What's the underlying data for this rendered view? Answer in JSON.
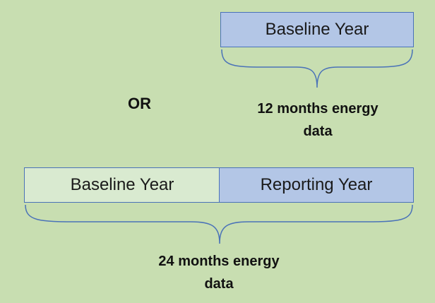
{
  "option_a": {
    "baseline_label": "Baseline Year",
    "caption_line1": "12 months energy",
    "caption_line2": "data"
  },
  "separator": "OR",
  "option_b": {
    "baseline_label": "Baseline Year",
    "reporting_label": "Reporting Year",
    "caption_line1": "24 months energy",
    "caption_line2": "data"
  },
  "colors": {
    "background": "#c8deb1",
    "box_border": "#4a72b8",
    "box_fill": "#b3c6e6",
    "box_outline_fill": "#d9ead0",
    "brace": "#4a72b8"
  }
}
